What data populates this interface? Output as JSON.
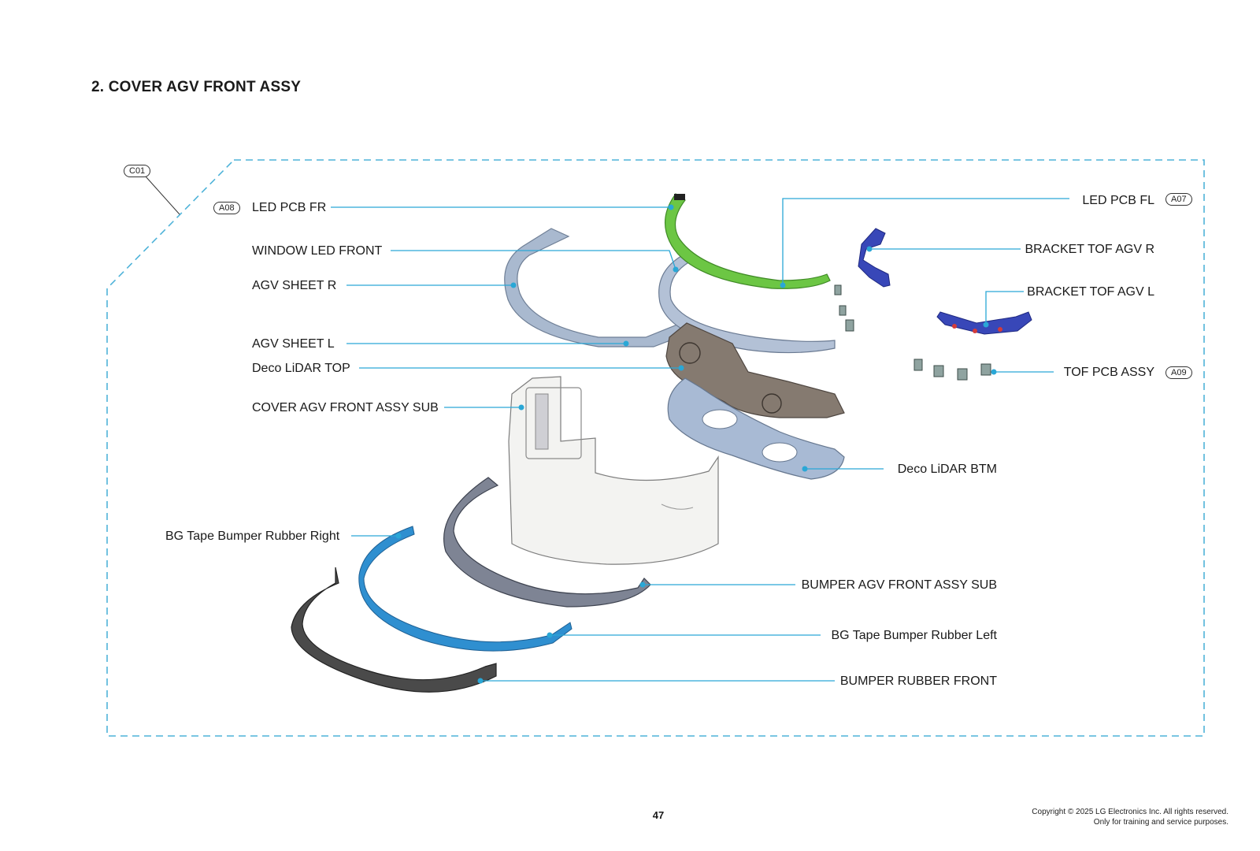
{
  "page": {
    "section_title": "2. COVER AGV FRONT ASSY",
    "page_number": "47",
    "copyright_line1": "Copyright © 2025 LG Electronics Inc. All rights reserved.",
    "copyright_line2": "Only for training and service purposes."
  },
  "badges": {
    "c01": "C01",
    "a08": "A08",
    "a07": "A07",
    "a09": "A09"
  },
  "labels": {
    "led_pcb_fr": "LED PCB FR",
    "window_led_front": "WINDOW LED FRONT",
    "agv_sheet_r": "AGV SHEET R",
    "agv_sheet_l": "AGV SHEET L",
    "deco_lidar_top": "Deco LiDAR TOP",
    "cover_agv_front_assy_sub": "COVER AGV FRONT ASSY SUB",
    "bg_tape_bumper_rubber_right": "BG Tape Bumper Rubber Right",
    "led_pcb_fl": "LED PCB FL",
    "bracket_tof_agv_r": "BRACKET TOF AGV R",
    "bracket_tof_agv_l": "BRACKET TOF AGV L",
    "tof_pcb_assy": "TOF PCB ASSY",
    "deco_lidar_btm": "Deco LiDAR BTM",
    "bumper_agv_front_assy_sub": "BUMPER AGV FRONT ASSY SUB",
    "bg_tape_bumper_rubber_left": "BG Tape Bumper Rubber Left",
    "bumper_rubber_front": "BUMPER RUBBER FRONT"
  },
  "colors": {
    "leader_line": "#2aa7d6",
    "dashed_frame": "#4fb3d9",
    "led_pcb_green": "#6cc644",
    "bracket_blue": "#3847b8",
    "tape_blue": "#2f8fd0",
    "rubber_dark": "#4a4a4a",
    "sheet_grey": "#9fb0c8",
    "deco_brown": "#7b6f66",
    "deco_btm_blue": "#a7b9d3"
  }
}
